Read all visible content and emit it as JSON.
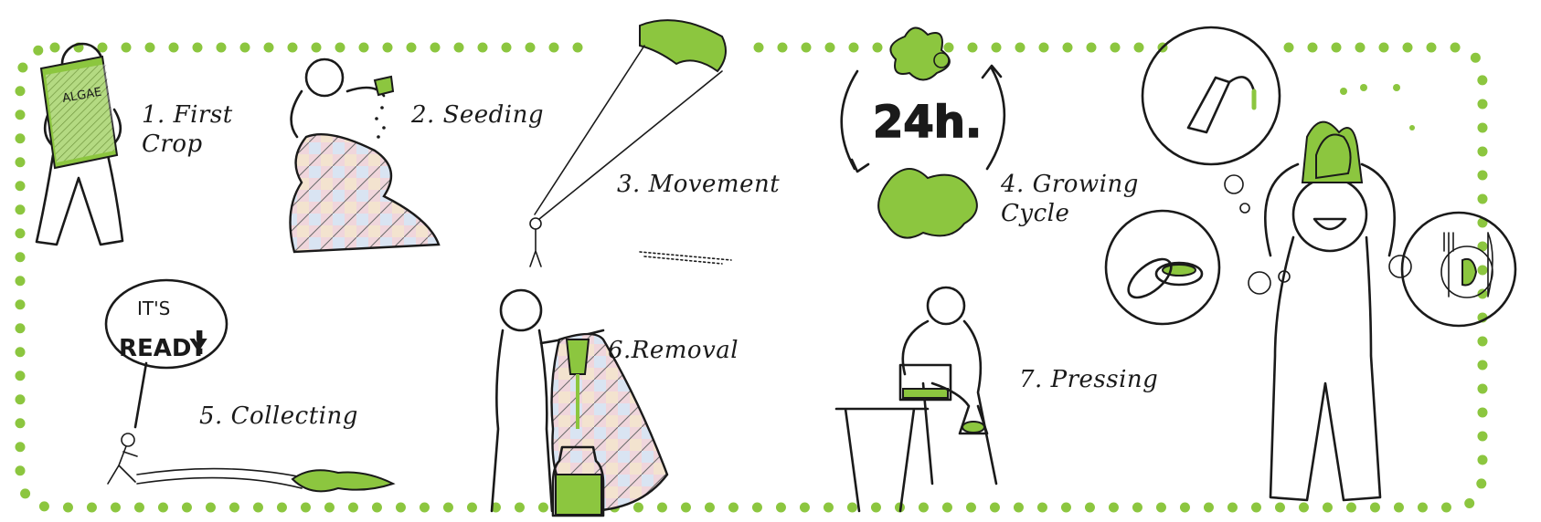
{
  "steps": [
    {
      "label_line1": "1. First",
      "label_line2": "Crop"
    },
    {
      "label_line1": "2. Seeding"
    },
    {
      "label_line1": "3. Movement"
    },
    {
      "label_line1": "4. Growing",
      "label_line2": "Cycle"
    },
    {
      "label_line1": "5. Collecting"
    },
    {
      "label_line1": "6.Removal"
    },
    {
      "label_line1": "7. Pressing"
    }
  ],
  "bag_text": "ALGAE",
  "cycle_text": "24h.",
  "speech_bubble": {
    "line1": "IT'S",
    "line2": "READY",
    "mark": "!"
  },
  "products": [
    "fuel-pump-icon",
    "cream-jar-icon",
    "fork-knife-plate-icon"
  ],
  "colors": {
    "accent": "#8cc63f",
    "ink": "#1a1a1a",
    "border": "#8cc63f"
  }
}
